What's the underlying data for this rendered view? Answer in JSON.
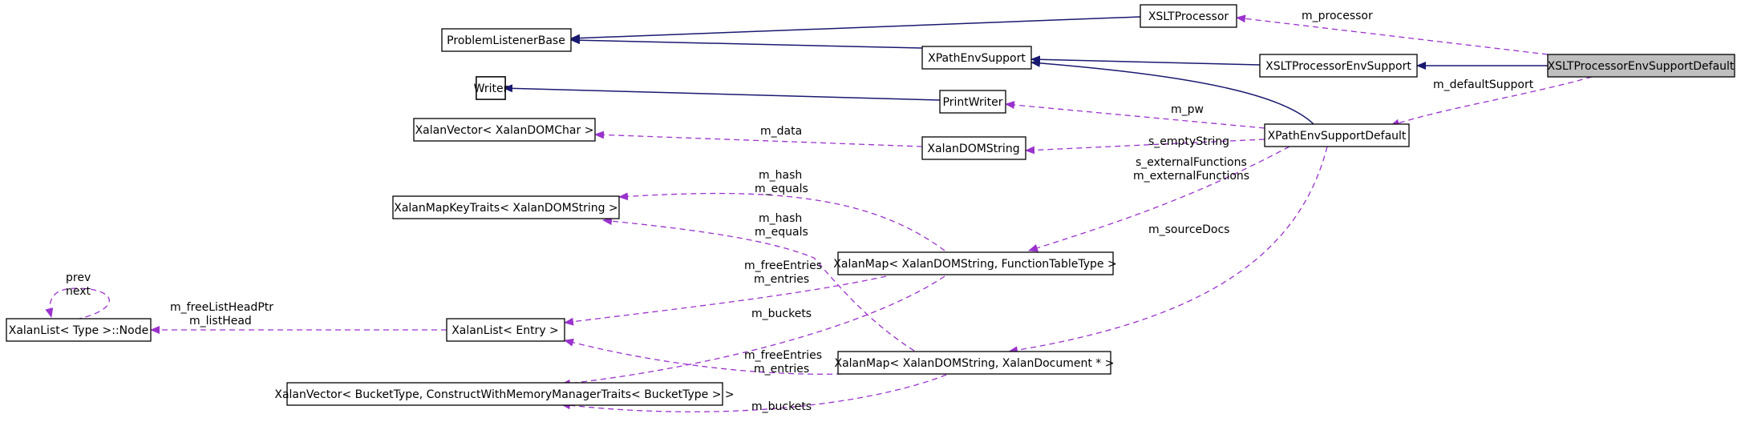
{
  "title": "",
  "nodes": {
    "xsltprocessor": "XSLTProcessor",
    "problemlistenerbase": "ProblemListenerBase",
    "xpathenvsupport": "XPathEnvSupport",
    "xsltprocessorenvsupport": "XSLTProcessorEnvSupport",
    "xsltprocessorenvsupportdefault": "XSLTProcessorEnvSupportDefault",
    "writer": "Writer",
    "printwriter": "PrintWriter",
    "xalanvector_domchar": "XalanVector< XalanDOMChar >",
    "xalandomstring": "XalanDOMString",
    "xpathenvsupportdefault": "XPathEnvSupportDefault",
    "xalanmapkeytraits": "XalanMapKeyTraits< XalanDOMString >",
    "xalanmap_functiontable": "XalanMap< XalanDOMString, FunctionTableType >",
    "xalanlist_node": "XalanList< Type >::Node",
    "xalanlist_entry": "XalanList< Entry >",
    "xalanmap_document": "XalanMap< XalanDOMString, XalanDocument * >",
    "xalanvector_buckettype": "XalanVector< BucketType, ConstructWithMemoryManagerTraits< BucketType > >"
  },
  "edge_labels": {
    "m_processor": "m_processor",
    "m_defaultSupport": "m_defaultSupport",
    "m_pw": "m_pw",
    "m_data": "m_data",
    "s_emptyString": "s_emptyString",
    "s_externalFunctions": "s_externalFunctions",
    "m_externalFunctions": "m_externalFunctions",
    "m_sourceDocs": "m_sourceDocs",
    "hash1": "m_hash",
    "equals1": "m_equals",
    "hash2": "m_hash",
    "equals2": "m_equals",
    "freeEntries1": "m_freeEntries",
    "entries1": "m_entries",
    "buckets1": "m_buckets",
    "freeListHeadPtr": "m_freeListHeadPtr",
    "listHead": "m_listHead",
    "prev": "prev",
    "next": "next",
    "freeEntries2": "m_freeEntries",
    "entries2": "m_entries",
    "buckets2": "m_buckets"
  },
  "colors": {
    "inheritance": "#191970",
    "usage": "#9a32cd",
    "highlight_fill": "#bfbfbf"
  }
}
